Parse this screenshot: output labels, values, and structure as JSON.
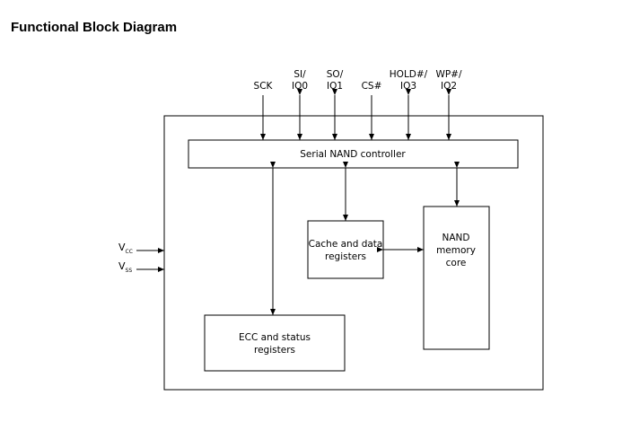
{
  "title": "Functional Block Diagram",
  "pins": {
    "sck": "SCK",
    "si_top": "SI/",
    "si_bottom": "IO0",
    "so_top": "SO/",
    "so_bottom": "IO1",
    "cs": "CS#",
    "hold_top": "HOLD#/",
    "hold_bottom": "IO3",
    "wp_top": "WP#/",
    "wp_bottom": "IO2",
    "vcc_main": "V",
    "vcc_sub": "CC",
    "vss_main": "V",
    "vss_sub": "SS"
  },
  "blocks": {
    "controller": "Serial NAND controller",
    "cache_line1": "Cache and data",
    "cache_line2": "registers",
    "nand_line1": "NAND",
    "nand_line2": "memory",
    "nand_line3": "core",
    "ecc_line1": "ECC and status",
    "ecc_line2": "registers"
  }
}
